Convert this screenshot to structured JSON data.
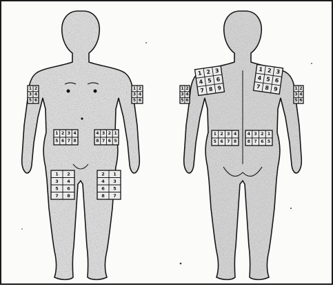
{
  "figure": {
    "background": "#fbfbfa",
    "ink": "#141414",
    "body_fill": "#dcdcdc"
  },
  "front": {
    "arm_left_grid": [
      "1",
      "2",
      "3",
      "4",
      "5",
      "6"
    ],
    "arm_right_grid": [
      "1",
      "2",
      "3",
      "4",
      "5",
      "6"
    ],
    "abdomen_left_grid": [
      "1",
      "2",
      "3",
      "4",
      "5",
      "6",
      "7",
      "8"
    ],
    "abdomen_right_grid": [
      "4",
      "3",
      "2",
      "1",
      "8",
      "7",
      "6",
      "5"
    ],
    "thigh_left_grid": [
      "1",
      "2",
      "3",
      "4",
      "5",
      "6",
      "7",
      "8"
    ],
    "thigh_right_grid": [
      "2",
      "1",
      "4",
      "3",
      "6",
      "5",
      "8",
      "7"
    ]
  },
  "back": {
    "arm_left_grid": [
      "1",
      "2",
      "3",
      "4",
      "5",
      "6"
    ],
    "arm_right_grid": [
      "1",
      "2",
      "3",
      "4",
      "5",
      "6"
    ],
    "shoulder_left_grid": [
      "1",
      "2",
      "3",
      "4",
      "5",
      "6",
      "7",
      "8",
      "9"
    ],
    "shoulder_right_grid": [
      "1",
      "2",
      "3",
      "4",
      "5",
      "6",
      "7",
      "8",
      "9"
    ],
    "lower_left_grid": [
      "1",
      "2",
      "3",
      "4",
      "5",
      "6",
      "7",
      "8"
    ],
    "lower_right_grid": [
      "4",
      "3",
      "2",
      "1",
      "8",
      "7",
      "6",
      "5"
    ]
  }
}
